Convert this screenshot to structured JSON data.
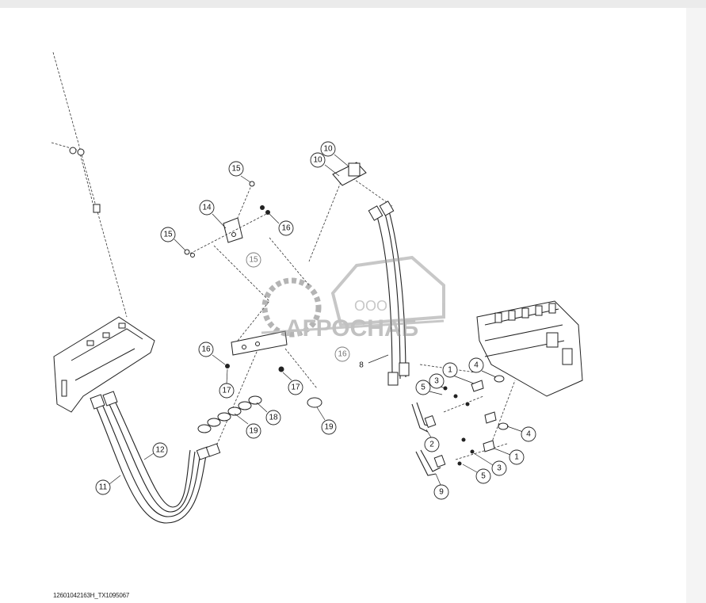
{
  "diagram": {
    "callouts": [
      {
        "id": "c15a",
        "label": "15"
      },
      {
        "id": "c14",
        "label": "14"
      },
      {
        "id": "c15b",
        "label": "15"
      },
      {
        "id": "c16a",
        "label": "16"
      },
      {
        "id": "c10a",
        "label": "10"
      },
      {
        "id": "c10b",
        "label": "10"
      },
      {
        "id": "c15c",
        "label": "15"
      },
      {
        "id": "c16b",
        "label": "16"
      },
      {
        "id": "c17a",
        "label": "17"
      },
      {
        "id": "c17b",
        "label": "17"
      },
      {
        "id": "c16c",
        "label": "16"
      },
      {
        "id": "c18",
        "label": "18"
      },
      {
        "id": "c19a",
        "label": "19"
      },
      {
        "id": "c19b",
        "label": "19"
      },
      {
        "id": "c12",
        "label": "12"
      },
      {
        "id": "c11",
        "label": "11"
      },
      {
        "id": "c8",
        "label": "8"
      },
      {
        "id": "c3a",
        "label": "3"
      },
      {
        "id": "c1a",
        "label": "1"
      },
      {
        "id": "c4a",
        "label": "4"
      },
      {
        "id": "c5a",
        "label": "5"
      },
      {
        "id": "c2",
        "label": "2"
      },
      {
        "id": "c4b",
        "label": "4"
      },
      {
        "id": "c1b",
        "label": "1"
      },
      {
        "id": "c3b",
        "label": "3"
      },
      {
        "id": "c5b",
        "label": "5"
      },
      {
        "id": "c9",
        "label": "9"
      }
    ],
    "watermark": {
      "prefix": "ООО",
      "name": "АГРОСНАБ"
    },
    "footer_code": "12601042163H_TX1095067"
  }
}
